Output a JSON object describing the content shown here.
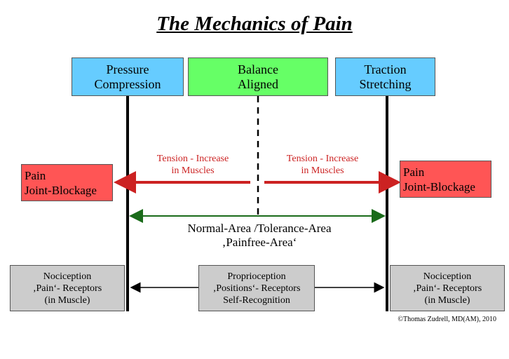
{
  "title": "The Mechanics of Pain",
  "top_boxes": {
    "left": [
      "Pressure",
      "Compression"
    ],
    "center": [
      "Balance",
      "Aligned"
    ],
    "right": [
      "Traction",
      "Stretching"
    ]
  },
  "side_boxes": {
    "left": [
      "Pain",
      "Joint-Blockage"
    ],
    "right": [
      "Pain",
      "Joint-Blockage"
    ]
  },
  "tension_labels": {
    "left": [
      "Tension - Increase",
      "in Muscles"
    ],
    "right": [
      "Tension - Increase",
      "in Muscles"
    ]
  },
  "normal_area": [
    "Normal-Area /Tolerance-Area",
    "‚Painfree-Area‘"
  ],
  "bottom_boxes": {
    "left": [
      "Nociception",
      "‚Pain‘- Receptors",
      "(in Muscle)"
    ],
    "center": [
      "Proprioception",
      "‚Positions‘- Receptors",
      "Self-Recognition"
    ],
    "right": [
      "Nociception",
      "‚Pain‘- Receptors",
      "(in Muscle)"
    ]
  },
  "copyright": "©Thomas Zudrell, MD(AM), 2010",
  "colors": {
    "pressure_traction_box": "#66ccff",
    "balance_box": "#66ff66",
    "pain_box": "#ff5555",
    "receptor_box": "#cccccc",
    "tension_arrow": "#cc2222",
    "normal_arrow": "#1a6b1a"
  }
}
